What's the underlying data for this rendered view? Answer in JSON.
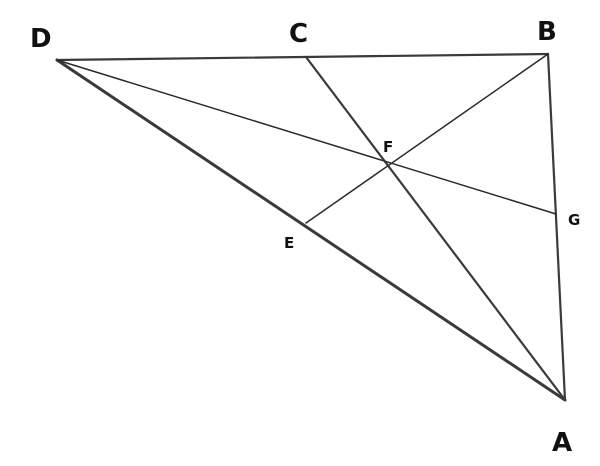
{
  "points": {
    "A": "A",
    "B": "B",
    "C": "C",
    "D": "D",
    "E": "E",
    "F": "F",
    "G": "G"
  },
  "segments": [
    [
      "D",
      "B"
    ],
    [
      "B",
      "A"
    ],
    [
      "D",
      "A"
    ],
    [
      "C",
      "A"
    ],
    [
      "B",
      "E"
    ],
    [
      "D",
      "G"
    ]
  ]
}
